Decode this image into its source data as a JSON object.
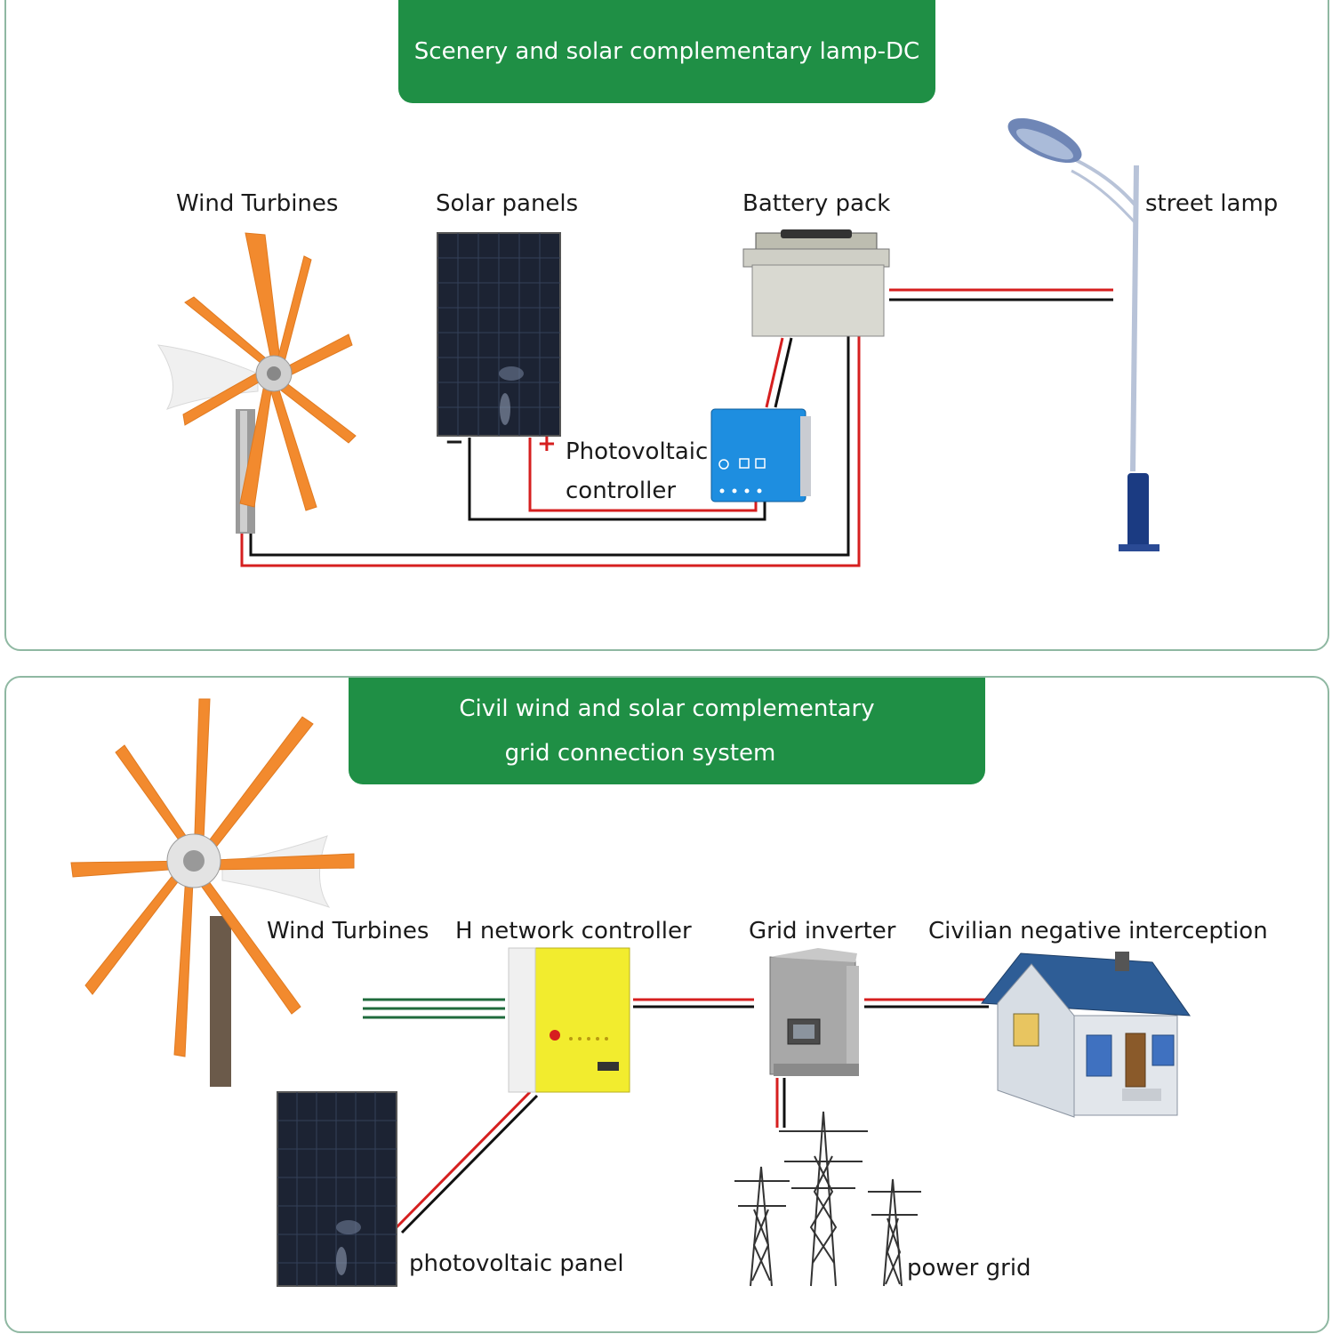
{
  "top": {
    "title": "Scenery and solar complementary lamp-DC",
    "labels": {
      "wind": "Wind Turbines",
      "solar": "Solar panels",
      "battery": "Battery pack",
      "lamp": "street lamp",
      "controller_line1": "Photovoltaic",
      "controller_line2": "controller",
      "minus": "−",
      "plus": "+"
    }
  },
  "bottom": {
    "title_line1": "Civil wind and solar complementary",
    "title_line2": "grid connection system",
    "labels": {
      "wind": "Wind Turbines",
      "h_controller": "H network controller",
      "inverter": "Grid inverter",
      "house": "Civilian negative interception",
      "pv_panel": "photovoltaic panel",
      "grid": "power grid"
    }
  },
  "colors": {
    "banner": "#1f8f45",
    "wire_red": "#d61f1f",
    "wire_black": "#111111",
    "wire_green": "#1f6b3c",
    "blade": "#f28a2e",
    "border": "#8fb8a2"
  }
}
